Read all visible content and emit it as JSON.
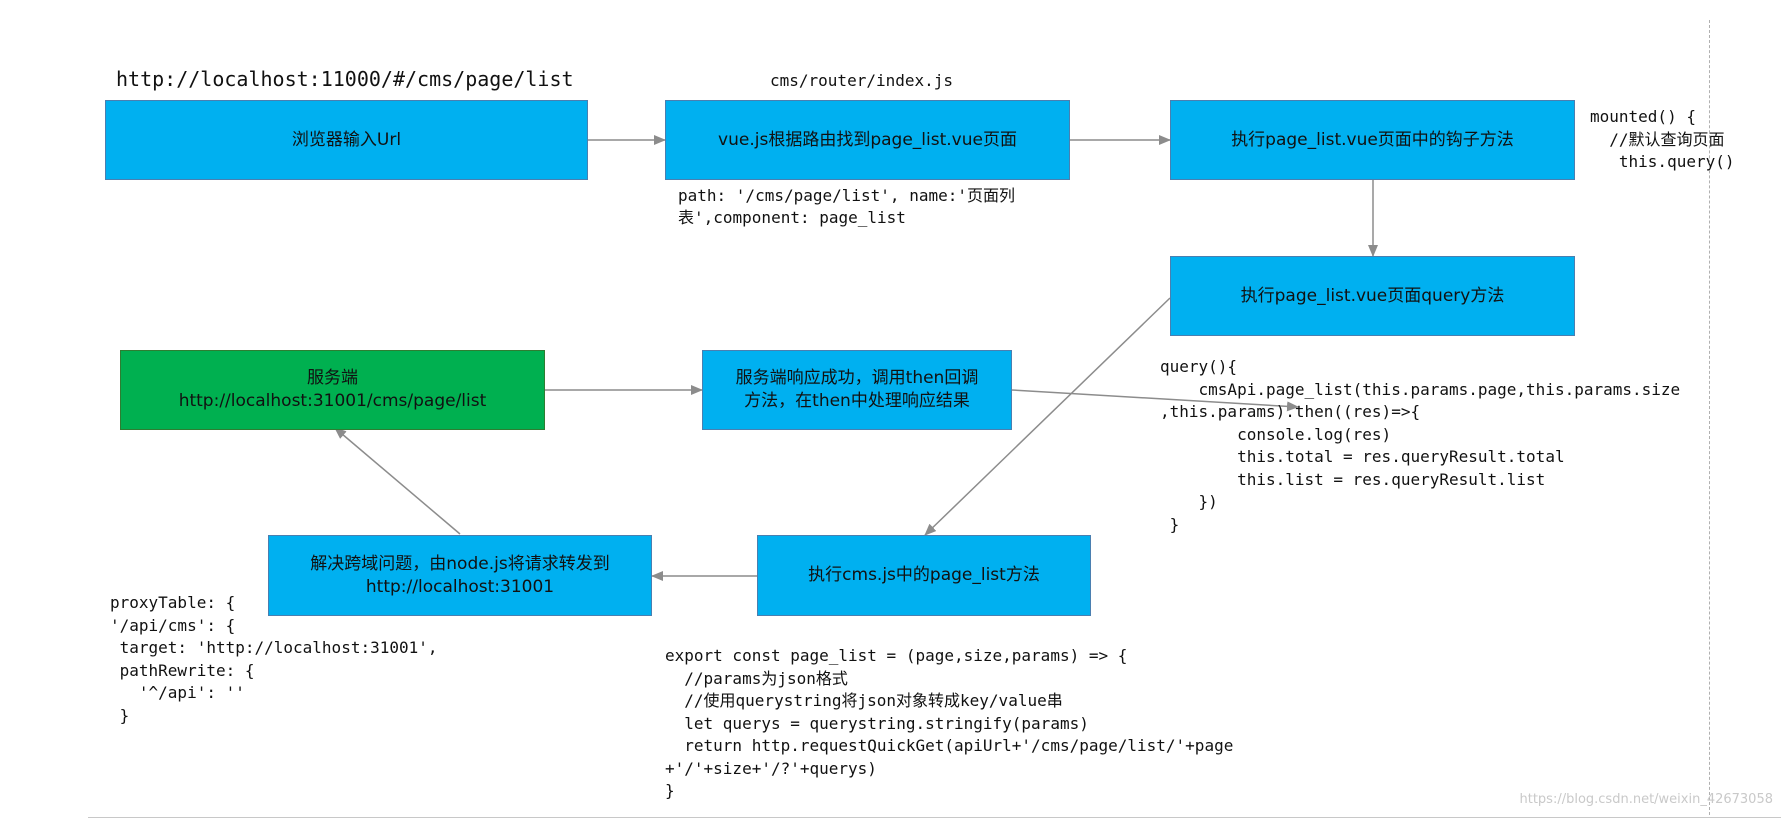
{
  "labels": {
    "url": "http://localhost:11000/#/cms/page/list",
    "router": "cms/router/index.js",
    "route_config": "path: '/cms/page/list', name:'页面列\n表',component: page_list",
    "mounted": "mounted() {\n  //默认查询页面\n   this.query()",
    "query_code": "query(){\n    cmsApi.page_list(this.params.page,this.params.size\n,this.params).then((res)=>{\n        console.log(res)\n        this.total = res.queryResult.total\n        this.list = res.queryResult.list\n    })\n }",
    "proxy_table": "proxyTable: {\n'/api/cms': {\n target: 'http://localhost:31001',\n pathRewrite: {\n   '^/api': ''\n }",
    "export_code": "export const page_list = (page,size,params) => {\n  //params为json格式\n  //使用querystring将json对象转成key/value串\n  let querys = querystring.stringify(params)\n  return http.requestQuickGet(apiUrl+'/cms/page/list/'+page\n+'/'+size+'/?'+querys)\n}"
  },
  "boxes": {
    "browser": "浏览器输入Url",
    "vue_router": "vue.js根据路由找到page_list.vue页面",
    "hook": "执行page_list.vue页面中的钩子方法",
    "query_method": "执行page_list.vue页面query方法",
    "server": "服务端\nhttp://localhost:31001/cms/page/list",
    "response": "服务端响应成功，调用then回调\n方法，在then中处理响应结果",
    "cors": "解决跨域问题，由node.js将请求转发到\nhttp://localhost:31001",
    "cms_js": "执行cms.js中的page_list方法"
  },
  "colors": {
    "box_blue": "#00b0f0",
    "box_green": "#00b050",
    "arrow": "#8c8c8c"
  },
  "watermark": "https://blog.csdn.net/weixin_42673058"
}
